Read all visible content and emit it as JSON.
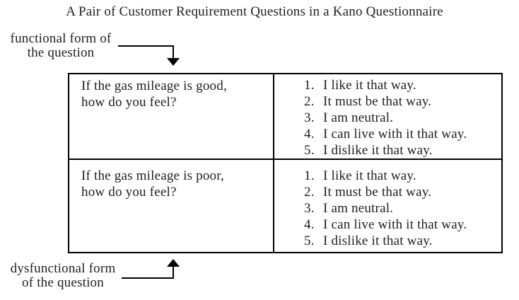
{
  "title": "A Pair of Customer Requirement Questions in a Kano Questionnaire",
  "labels": {
    "functional": {
      "line1": "functional form of",
      "line2": "the question"
    },
    "dysfunctional": {
      "line1": "dysfunctional form",
      "line2": "of the question"
    }
  },
  "table": {
    "rows": [
      {
        "question": {
          "line1": "If the gas mileage is good,",
          "line2": "how do you feel?"
        },
        "options": [
          {
            "num": "1.",
            "text": "I like it that way."
          },
          {
            "num": "2.",
            "text": "It must be that way."
          },
          {
            "num": "3.",
            "text": "I am neutral."
          },
          {
            "num": "4.",
            "text": "I can live with it that way."
          },
          {
            "num": "5.",
            "text": "I dislike it that way."
          }
        ]
      },
      {
        "question": {
          "line1": "If the gas mileage is poor,",
          "line2": "how do you feel?"
        },
        "options": [
          {
            "num": "1.",
            "text": "I like it that way."
          },
          {
            "num": "2.",
            "text": "It must be that way."
          },
          {
            "num": "3.",
            "text": "I am neutral."
          },
          {
            "num": "4.",
            "text": "I can live with it that way."
          },
          {
            "num": "5.",
            "text": "I dislike it that way."
          }
        ]
      }
    ]
  },
  "colors": {
    "text": "#1e1e24",
    "line": "#000000",
    "background": "#ffffff"
  }
}
